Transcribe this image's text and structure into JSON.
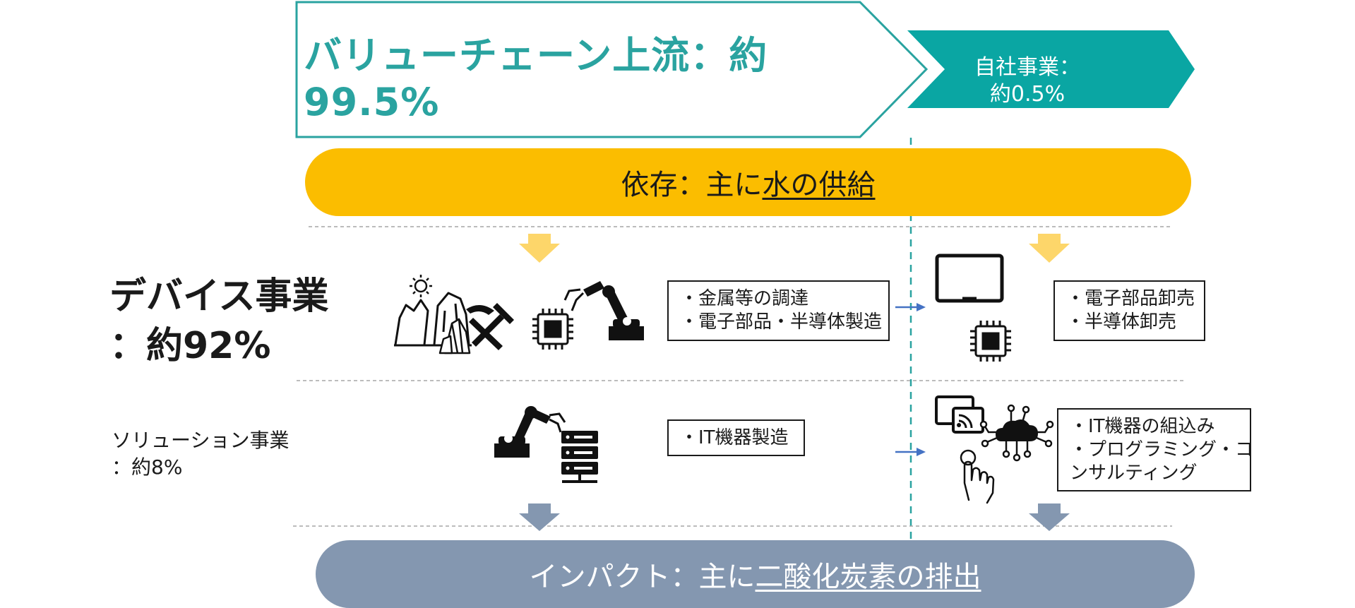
{
  "header": {
    "upstream_label": "バリューチェーン上流：約99.5%",
    "own_business_line1": "自社事業：",
    "own_business_line2": "約0.5%"
  },
  "dependency": {
    "prefix": "依存：主に",
    "highlight": "水の供給"
  },
  "device_segment": {
    "title_line1": "デバイス事業",
    "title_line2": "：約92%",
    "upstream_items": [
      "・金属等の調達",
      "・電子部品・半導体製造"
    ],
    "own_items": [
      "・電子部品卸売",
      "・半導体卸売"
    ]
  },
  "solution_segment": {
    "title_line1": "ソリューション事業",
    "title_line2": "：約8%",
    "upstream_items": [
      "・IT機器製造"
    ],
    "own_items": [
      "・IT機器の組込み",
      "・プログラミング・コ",
      "ンサルティング"
    ]
  },
  "impact": {
    "prefix": "インパクト：主に",
    "highlight": "二酸化炭素の排出"
  },
  "colors": {
    "teal": "#2aa3a0",
    "teal_fill": "#0aa6a3",
    "yellow": "#fbbd00",
    "arrow_yellow": "#fdd66a",
    "slate": "#8497b0",
    "blue_arrow": "#4472c4"
  },
  "icons": [
    "sun-icon",
    "rock-formation-icon",
    "crystal-icon",
    "hammer-pickaxe-icon",
    "chip-icon",
    "robot-arm-icon",
    "tablet-icon",
    "server-rack-icon",
    "cast-screen-icon",
    "cloud-network-icon",
    "touch-hand-icon"
  ]
}
